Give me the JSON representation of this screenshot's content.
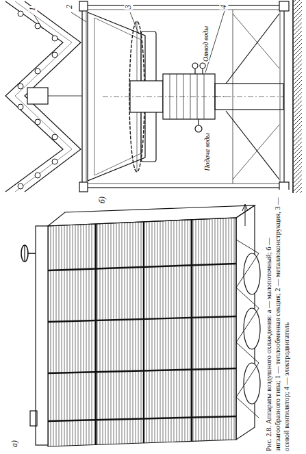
{
  "diagram": {
    "caption": "Рис. 2.8. Аппараты воздушного охлаждения: а — малопоточный; б — зигзагообразного типа; 1 — теплообменная секция; 2 — металлоконструкция, 3 — осевой вентилятор; 4 — электродвигатель",
    "labels": [
      "1",
      "2",
      "3",
      "4",
      "Отвод воды",
      "Подача воды",
      "а)",
      "б)"
    ]
  }
}
